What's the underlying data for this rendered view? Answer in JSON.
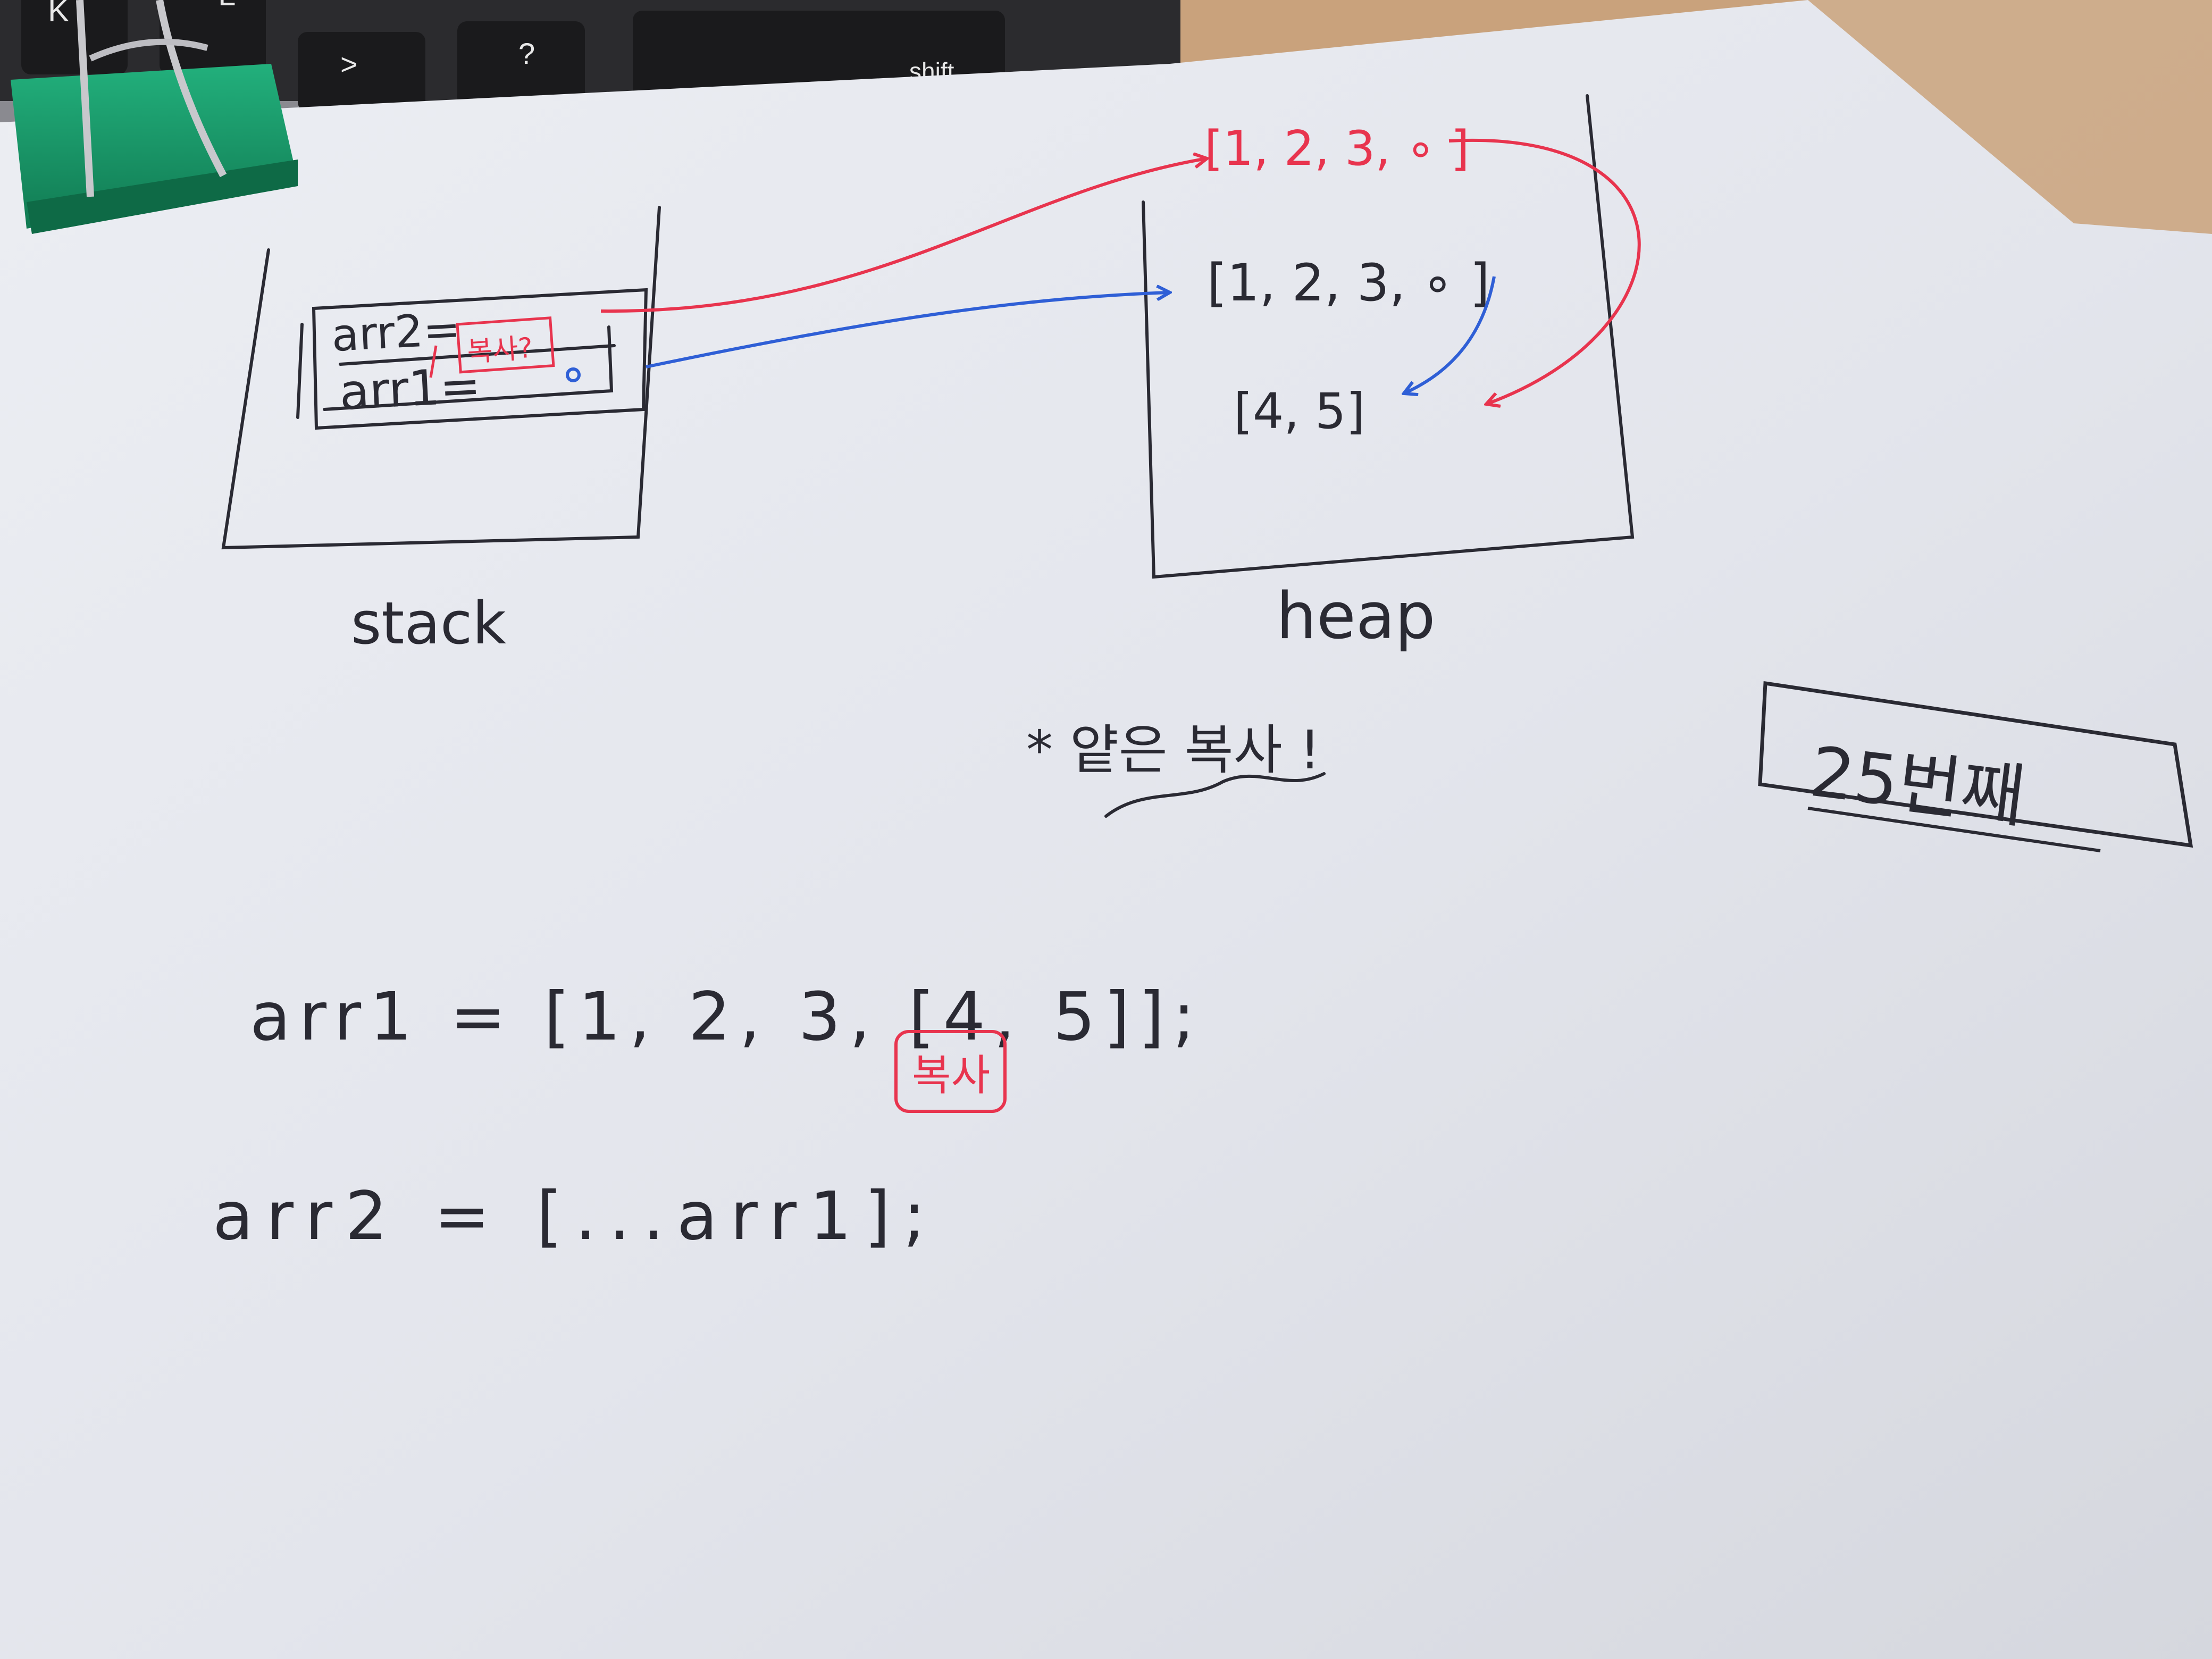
{
  "keyboard": {
    "keys": [
      "K",
      "L",
      ">",
      "?",
      "shift"
    ],
    "color_key": "#1a1a1c",
    "color_label": "#e8e8e8"
  },
  "colors": {
    "paper": "#e6e8ee",
    "ink_black": "#2a2a33",
    "ink_red": "#e8344e",
    "ink_blue": "#2f5fd6",
    "clip_green": "#1a9a6a",
    "desk": "#c9a27c"
  },
  "diagram": {
    "stack": {
      "row_arr2": "arr2=",
      "row_arr1": "arr1=",
      "red_note": "복사?",
      "label": "stack"
    },
    "heap": {
      "array_red": "[1, 2, 3, ∘ ]",
      "array_blue": "[1, 2, 3, ∘ ]",
      "array_inner": "[4, 5]",
      "label": "heap"
    }
  },
  "notes": {
    "shallow_copy": "* 얕은 복사 !",
    "episode_box": "25번째",
    "code_line1": "arr1 = [1, 2, 3, [4, 5]];",
    "code_line2": "arr2 = [...arr1];",
    "copy_label": "복사"
  }
}
